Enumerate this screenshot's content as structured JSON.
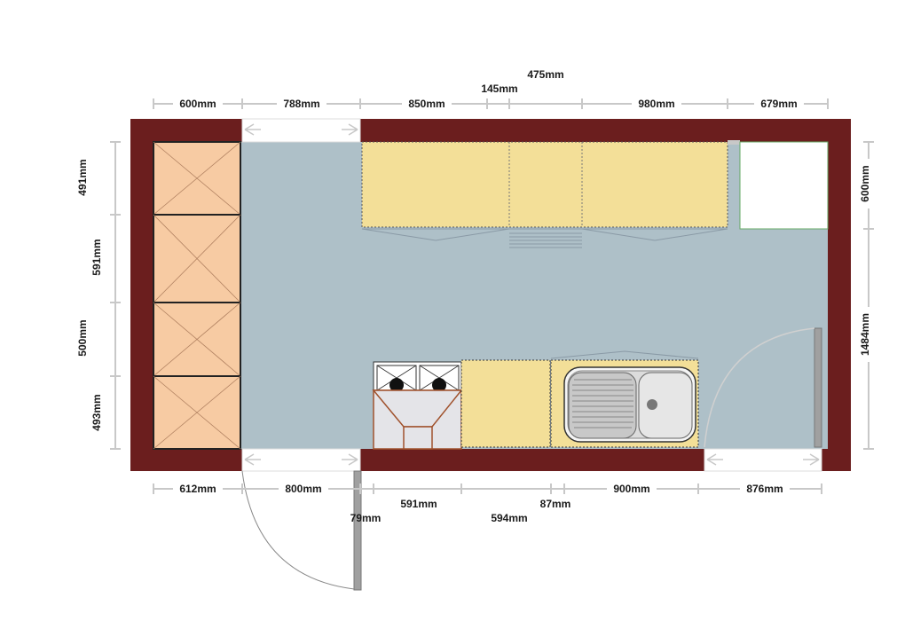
{
  "plan": {
    "colors": {
      "wall": "#6b1e1e",
      "floor": "#aec0c8",
      "counter": "#f3df98",
      "tall_cabinet": "#f7cba3",
      "fridge": "#ffffff",
      "door_frame": "#a0a0a0"
    },
    "dims_top": [
      "600mm",
      "788mm",
      "850mm",
      "145mm",
      "475mm",
      "980mm",
      "679mm"
    ],
    "dims_bottom": [
      "612mm",
      "800mm",
      "591mm",
      "79mm",
      "594mm",
      "87mm",
      "900mm",
      "876mm"
    ],
    "dims_left": [
      "491mm",
      "591mm",
      "500mm",
      "493mm"
    ],
    "dims_right": [
      "600mm",
      "1484mm"
    ],
    "icons": [
      "door-swing-icon",
      "opening-arrow-icon",
      "cooktop-icon",
      "sink-icon",
      "fridge-icon",
      "tall-cabinet-icon"
    ]
  }
}
